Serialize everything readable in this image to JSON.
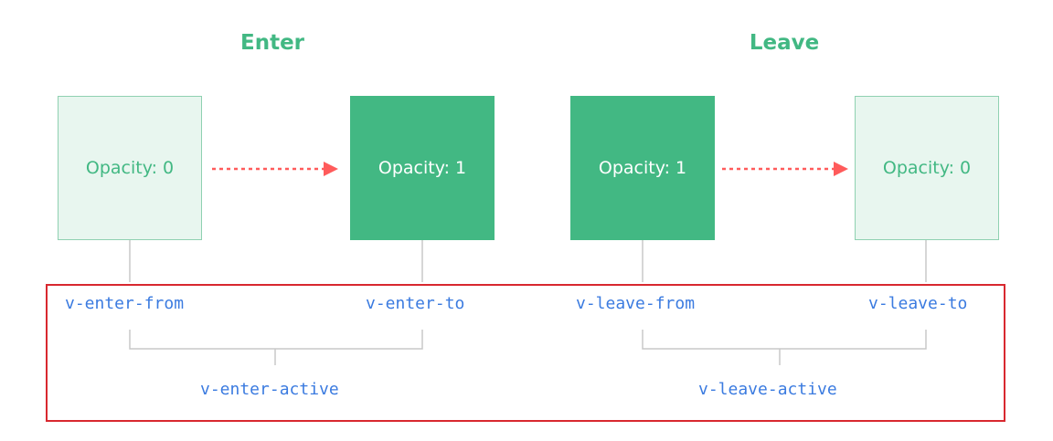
{
  "diagram": {
    "enter": {
      "title": "Enter",
      "from_box": "Opacity: 0",
      "to_box": "Opacity: 1",
      "from_class": "v-enter-from",
      "to_class": "v-enter-to",
      "active_class": "v-enter-active"
    },
    "leave": {
      "title": "Leave",
      "from_box": "Opacity: 1",
      "to_box": "Opacity: 0",
      "from_class": "v-leave-from",
      "to_class": "v-leave-to",
      "active_class": "v-leave-active"
    }
  },
  "colors": {
    "vue_green": "#42b883",
    "faded_fill": "#e8f6ef",
    "faded_border": "#8fd1b1",
    "class_text": "#3b7be0",
    "arrow_red": "#ff5b5b",
    "frame_red": "#d8282f",
    "connector_gray": "#c8c8c8"
  }
}
